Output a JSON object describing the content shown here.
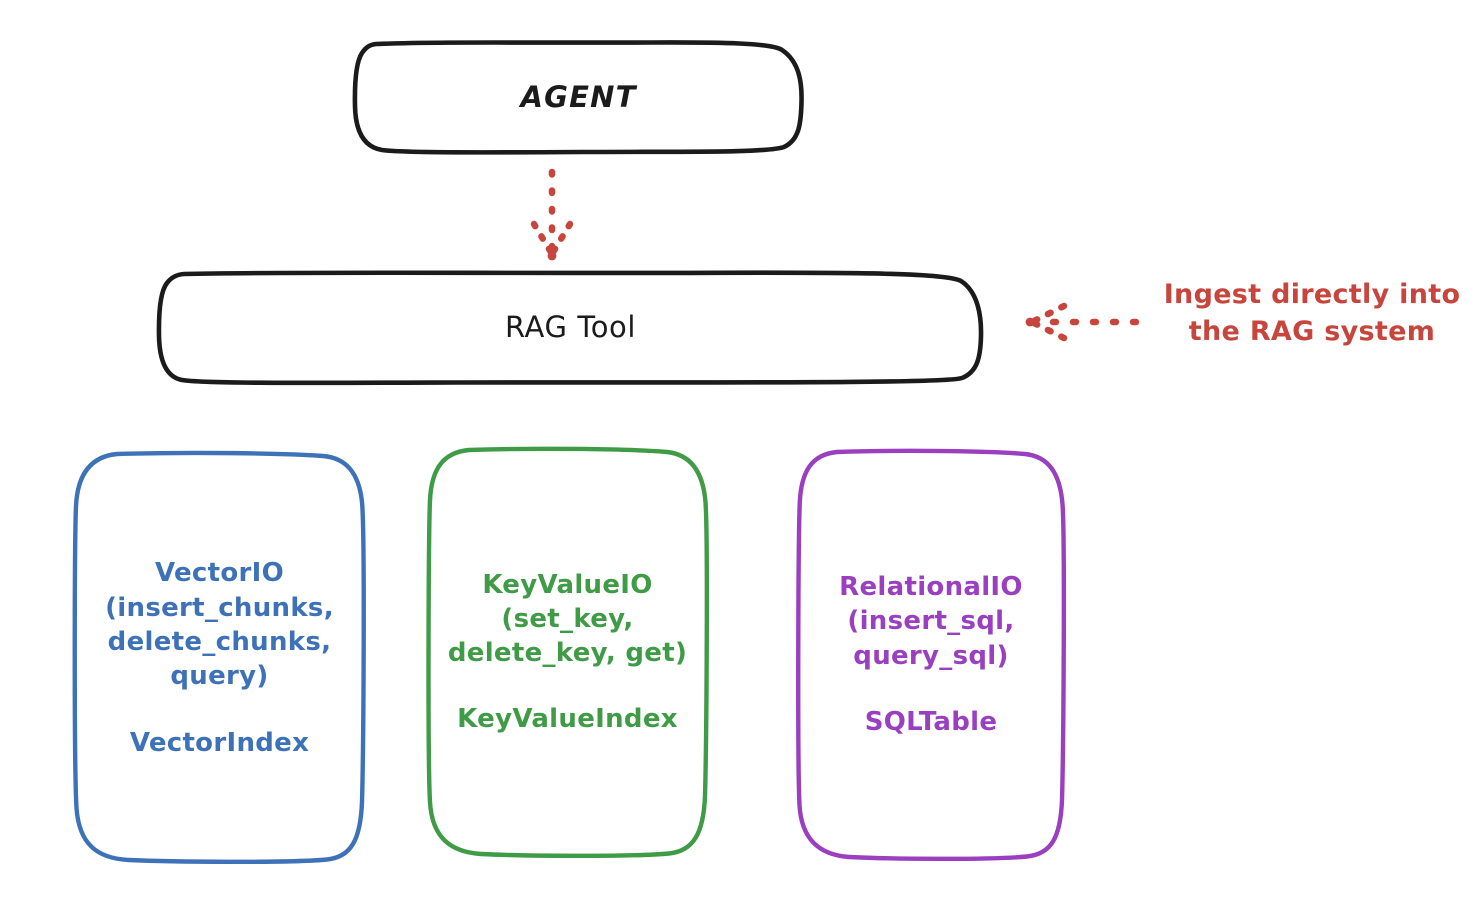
{
  "diagram": {
    "title_node": {
      "label": "AGENT"
    },
    "tool_node": {
      "label": "RAG Tool"
    },
    "annotation": {
      "text": "Ingest directly into\nthe RAG system",
      "color": "#c6453c"
    },
    "providers": [
      {
        "id": "vector",
        "api_label": "VectorIO\n(insert_chunks,\ndelete_chunks,\nquery)",
        "index_label": "VectorIndex",
        "color": "#3d72b8"
      },
      {
        "id": "keyvalue",
        "api_label": "KeyValueIO\n(set_key,\ndelete_key, get)",
        "index_label": "KeyValueIndex",
        "color": "#3f9b46"
      },
      {
        "id": "relational",
        "api_label": "RelationalIO\n(insert_sql,\nquery_sql)",
        "index_label": "SQLTable",
        "color": "#9a3fc0"
      }
    ],
    "connectors": [
      {
        "id": "agent-to-ragtool",
        "style": "dotted-arrow",
        "direction": "down",
        "color": "#c6453c"
      },
      {
        "id": "annotation-to-ragtool",
        "style": "dotted-arrow",
        "direction": "left",
        "color": "#c6453c"
      }
    ],
    "colors": {
      "background": "#ffffff",
      "stroke_black": "#1b1b1b",
      "accent_red": "#c6453c",
      "blue": "#3d72b8",
      "green": "#3f9b46",
      "purple": "#9a3fc0"
    }
  }
}
